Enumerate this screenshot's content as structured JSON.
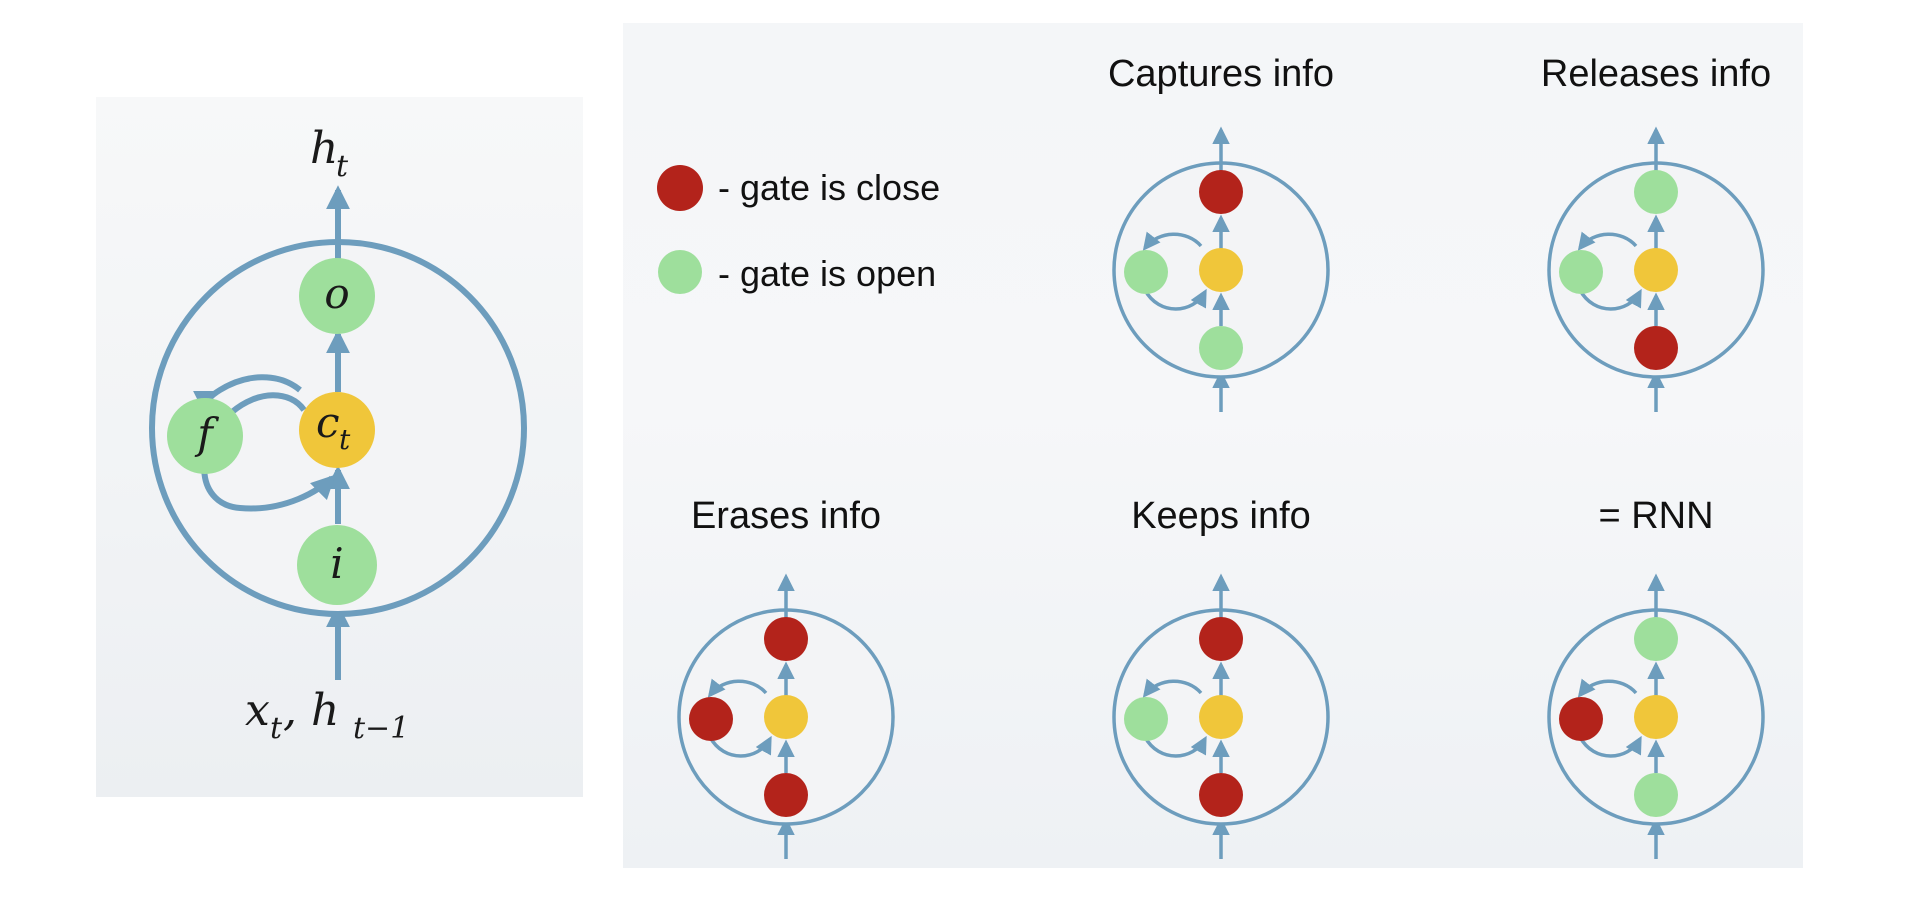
{
  "colors": {
    "line": "#6d9dbd",
    "closed": "#b3231b",
    "open": "#9edf9c",
    "cell": "#f0c63a",
    "text": "#111111"
  },
  "main_cell": {
    "output_label": "h",
    "output_sub": "t",
    "input_label": "x",
    "input_sub1": "t",
    "input_sep": ", h",
    "input_sub2": "t−1",
    "gate_output": "o",
    "gate_forget": "f",
    "gate_input": "i",
    "cell_label": "c",
    "cell_sub": "t"
  },
  "legend": {
    "closed_text": "- gate is close",
    "open_text": "- gate is open"
  },
  "panels": [
    {
      "title": "Captures info",
      "output_gate": "closed",
      "forget_gate": "open",
      "input_gate": "open"
    },
    {
      "title": "Releases info",
      "output_gate": "open",
      "forget_gate": "open",
      "input_gate": "closed"
    },
    {
      "title": "Erases info",
      "output_gate": "closed",
      "forget_gate": "closed",
      "input_gate": "closed"
    },
    {
      "title": "Keeps info",
      "output_gate": "closed",
      "forget_gate": "open",
      "input_gate": "closed"
    },
    {
      "title": "= RNN",
      "output_gate": "open",
      "forget_gate": "closed",
      "input_gate": "open"
    }
  ]
}
